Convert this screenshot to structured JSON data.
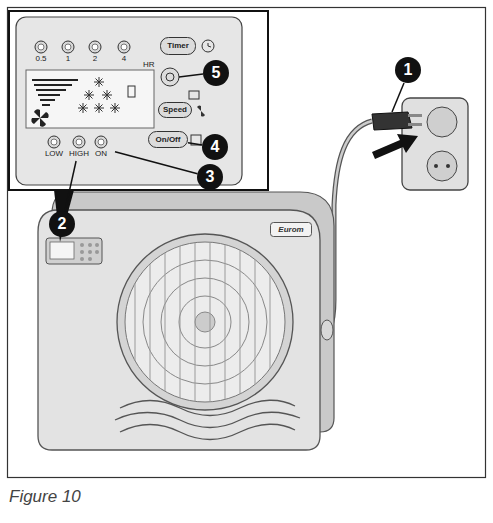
{
  "diagram": {
    "caption": "Figure 10",
    "nodes": [
      {
        "text": [
          "0.5"
        ]
      },
      {
        "text": [
          "1"
        ]
      },
      {
        "text": [
          "2"
        ]
      },
      {
        "text": [
          "4"
        ]
      },
      {
        "text": [
          "Timer"
        ]
      },
      {
        "text": [
          "1"
        ]
      },
      {
        "text": [
          "5"
        ]
      },
      {
        "text": [
          "Speed"
        ]
      },
      {
        "text": [
          "On/Off"
        ]
      },
      {
        "text": [
          "4"
        ]
      },
      {
        "text": [
          "LOW"
        ]
      },
      {
        "text": [
          "HIGH"
        ]
      },
      {
        "text": [
          "ON"
        ]
      },
      {
        "text": [
          "3"
        ]
      },
      {
        "text": [
          "2"
        ]
      },
      {
        "text": [
          "Eurom"
        ]
      }
    ],
    "edges": [
      {
        "from": 9,
        "to": 8,
        "arrow": "none"
      },
      {
        "from": 13,
        "to": 12,
        "arrow": "none"
      },
      {
        "from": 14,
        "to": 11,
        "arrow": "none"
      }
    ],
    "labels": [
      "HR"
    ]
  }
}
